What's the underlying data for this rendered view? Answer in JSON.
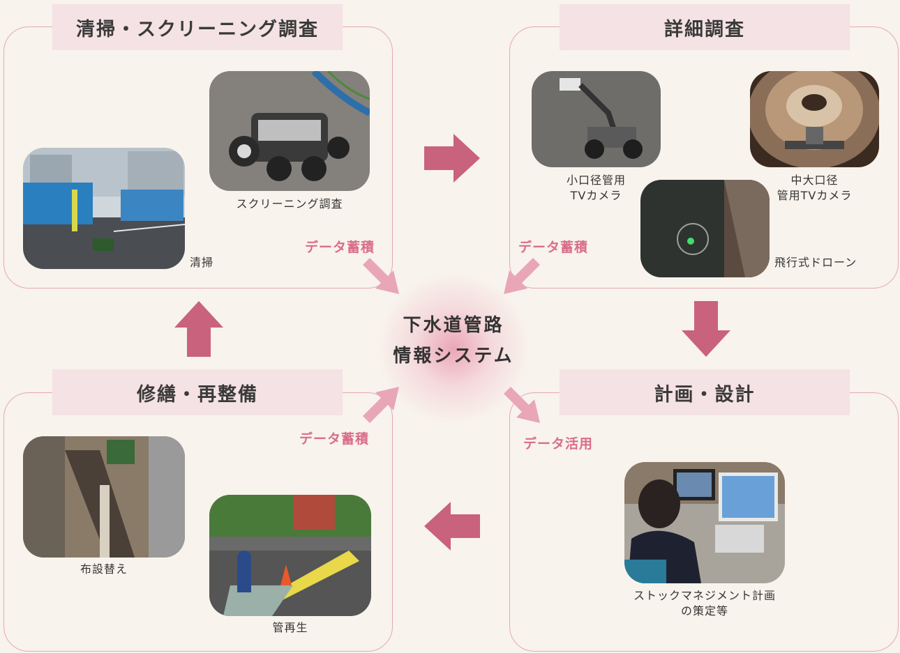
{
  "center": {
    "title": "下水道管路\n情報システム"
  },
  "sections": {
    "cleaning": {
      "title": "清掃・スクリーニング調査"
    },
    "detailed": {
      "title": "詳細調査"
    },
    "repair": {
      "title": "修繕・再整備"
    },
    "planning": {
      "title": "計画・設計"
    }
  },
  "captions": {
    "screening": "スクリーニング調査",
    "cleaning": "清掃",
    "small_tv": "小口径管用\nTVカメラ",
    "large_tv": "中大口径\n管用TVカメラ",
    "drone": "飛行式ドローン",
    "replacement": "布設替え",
    "rehab": "管再生",
    "stock": "ストックマネジメント計画\nの策定等"
  },
  "data_labels": {
    "accumulate": "データ蓄積",
    "utilize": "データ活用"
  },
  "colors": {
    "accent": "#d96d8a",
    "arrow": "#c9627c",
    "light_arrow": "#e8a6b6",
    "title_bg": "#f4e2e4",
    "border": "#e3a9b6",
    "background": "#f8f3ec"
  }
}
